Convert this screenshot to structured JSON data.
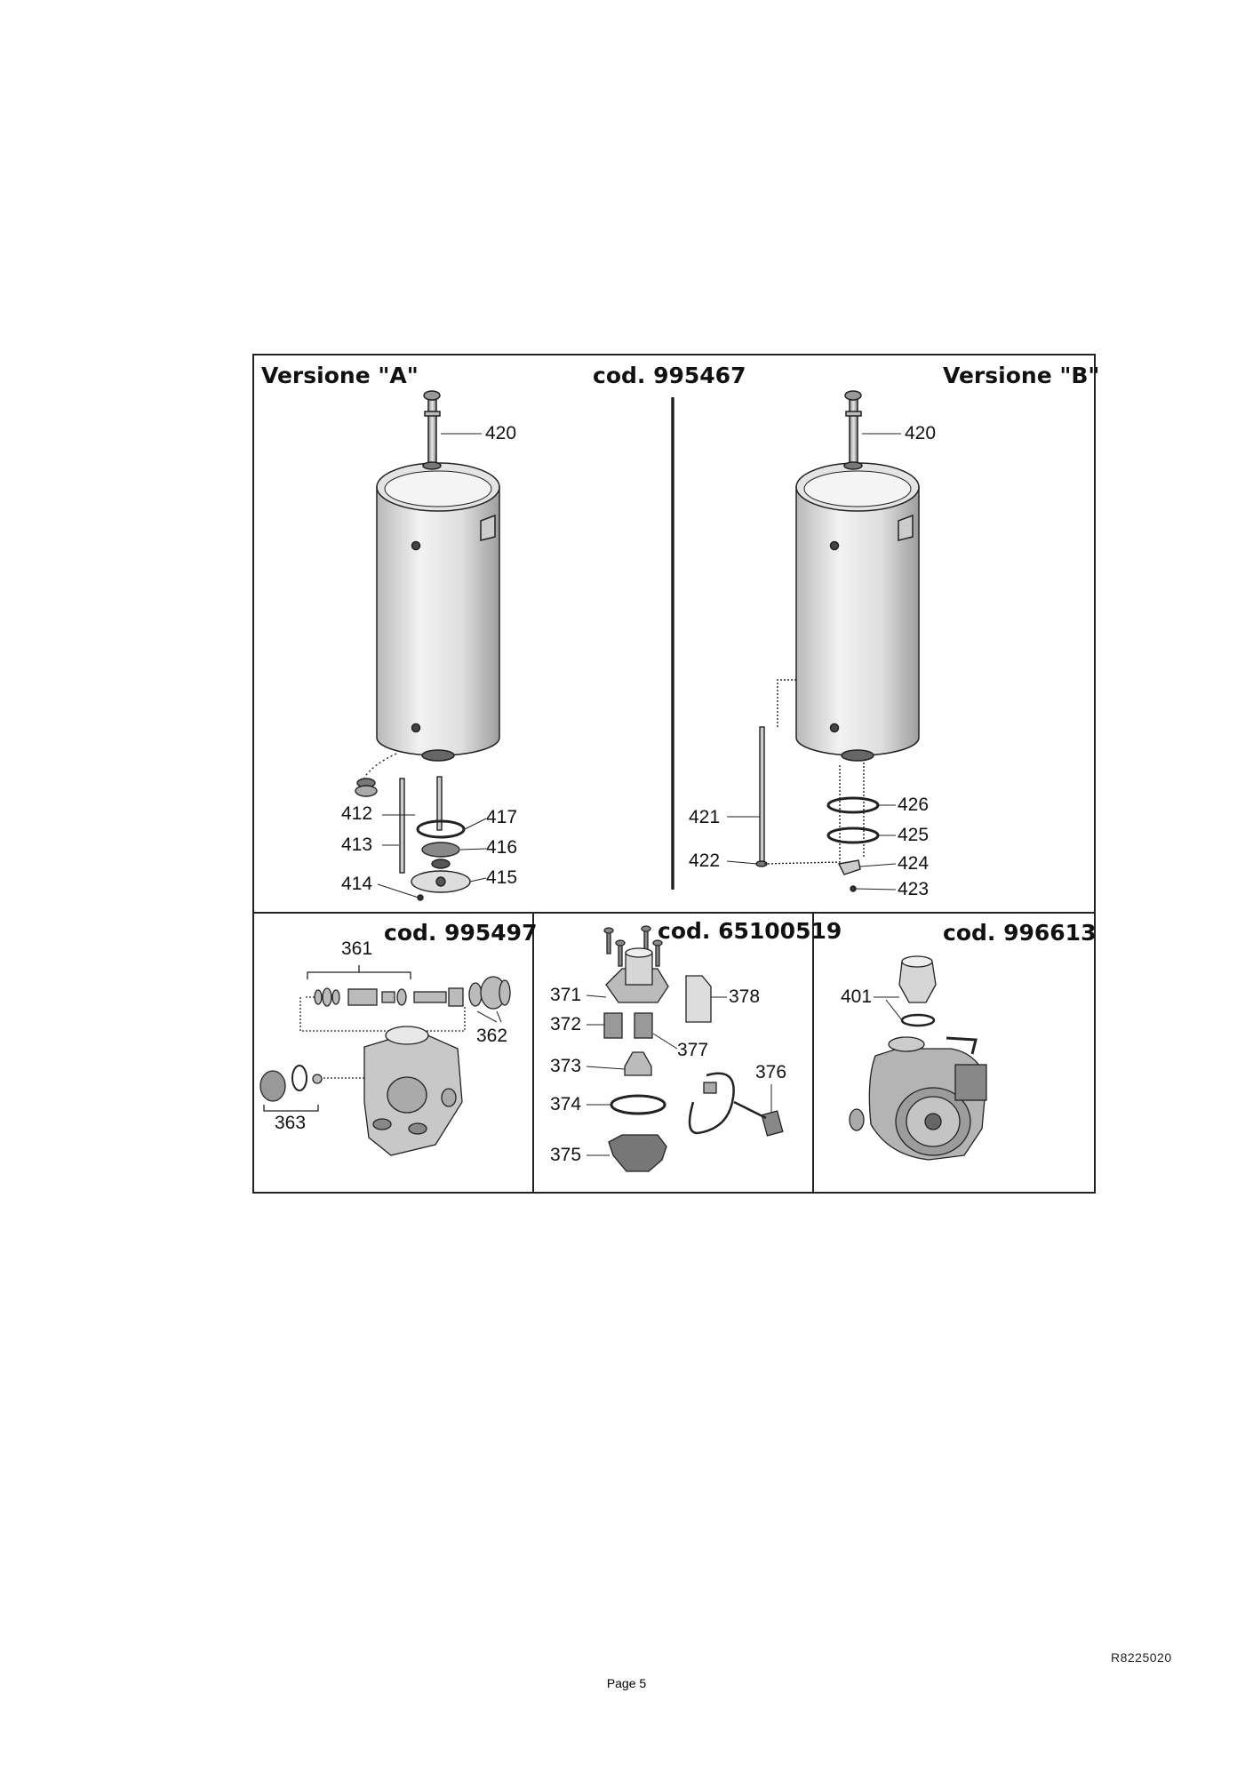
{
  "sheet": {
    "header_left": "Versione \"A\"",
    "header_center": "cod. 995467",
    "header_right": "Versione \"B\"",
    "panel2_title": "cod. 995497",
    "panel3_title": "cod. 65100519",
    "panel4_title": "cod. 996613"
  },
  "labels": {
    "a420": "420",
    "a412": "412",
    "a413": "413",
    "a414": "414",
    "a415": "415",
    "a416": "416",
    "a417": "417",
    "b420": "420",
    "b421": "421",
    "b422": "422",
    "b423": "423",
    "b424": "424",
    "b425": "425",
    "b426": "426",
    "p361": "361",
    "p362": "362",
    "p363": "363",
    "p371": "371",
    "p372": "372",
    "p373": "373",
    "p374": "374",
    "p375": "375",
    "p376": "376",
    "p377": "377",
    "p378": "378",
    "p401": "401"
  },
  "footer": {
    "reference": "R8225020",
    "page_label": "Page 5"
  }
}
